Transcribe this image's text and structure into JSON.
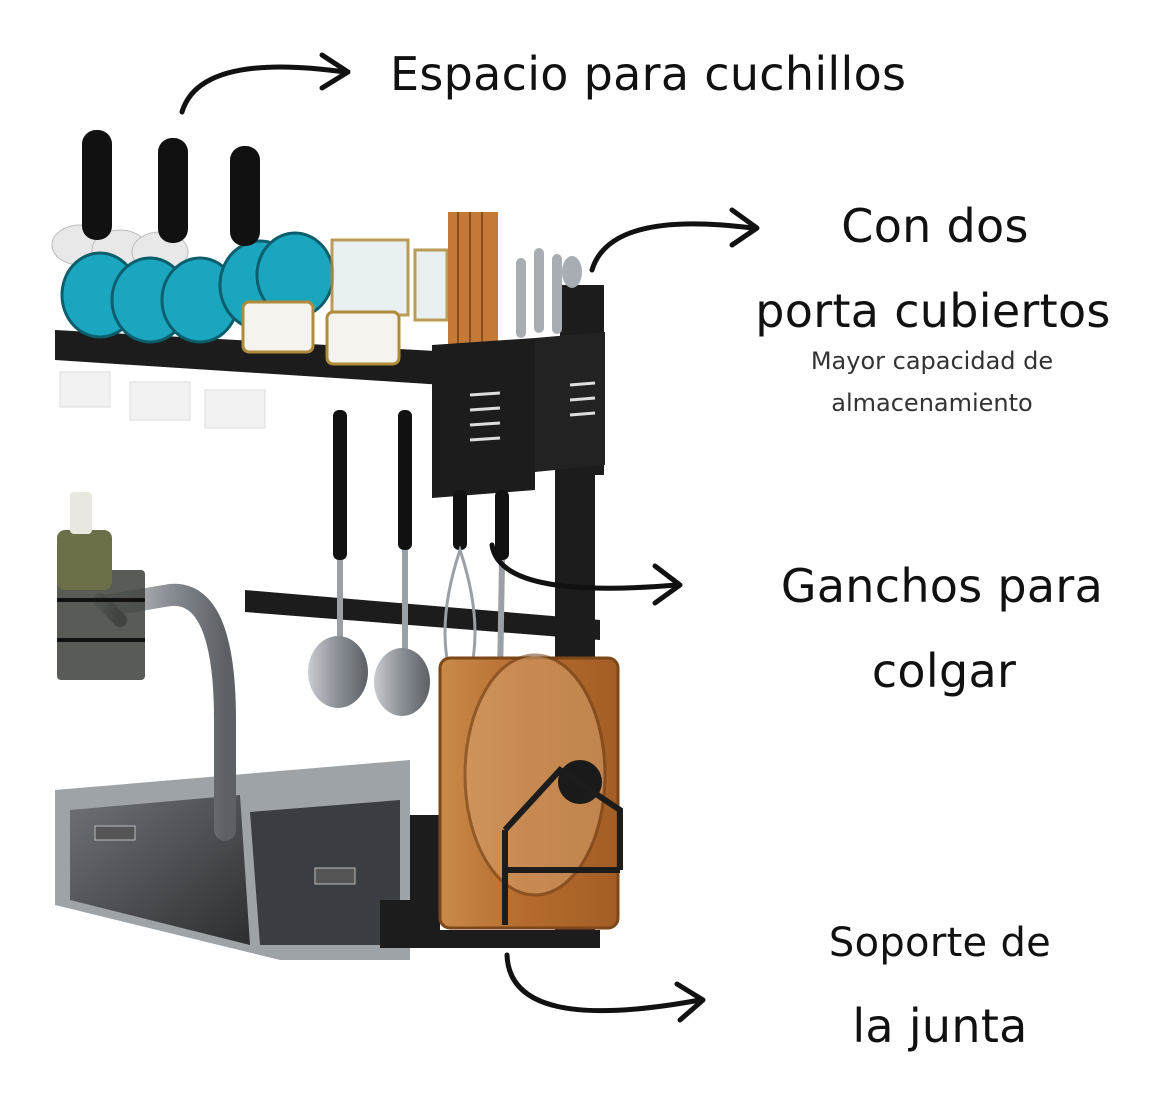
{
  "callouts": {
    "knives": "Espacio para cuchillos",
    "cutlery_line1": "Con dos",
    "cutlery_line2": "porta cubiertos",
    "capacity_line1": "Mayor capacidad de",
    "capacity_line2": "almacenamiento",
    "hooks_line1": "Ganchos para",
    "hooks_line2": "colgar",
    "board_line1": "Soporte de",
    "board_line2": "la junta"
  },
  "colors": {
    "rack": "#1c1c1c",
    "bowls": "#1aa6bf",
    "wood": "#b86f2f",
    "steel": "#8d9196",
    "text": "#111111"
  }
}
